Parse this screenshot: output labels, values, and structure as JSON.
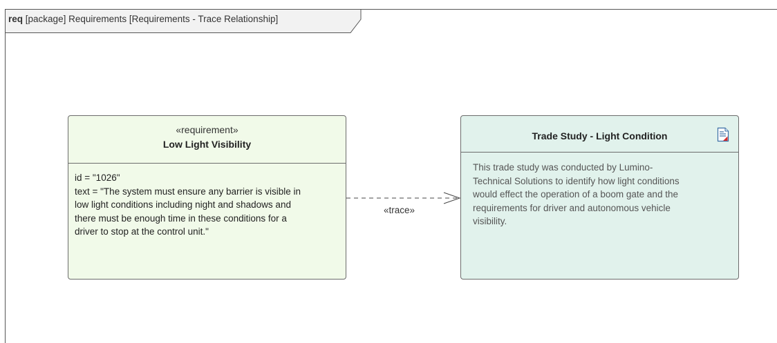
{
  "frame": {
    "kind": "req",
    "title": "[package] Requirements [Requirements - Trace Relationship]"
  },
  "requirement": {
    "stereotype": "«requirement»",
    "name": "Low Light Visibility",
    "body": "id = \"1026\"\ntext = \"The system must ensure any barrier is visible in\nlow light conditions including night and shadows and\nthere must be enough time in these conditions for a\ndriver to stop at the control unit.\""
  },
  "artifact": {
    "name": "Trade Study - Light Condition",
    "icon": "document-icon",
    "body": "This trade study was conducted by Lumino-\nTechnical Solutions to identify how light conditions\nwould effect the operation of a boom gate and the\nrequirements for driver and autonomous vehicle\nvisibility."
  },
  "relationship": {
    "label": "«trace»"
  },
  "colors": {
    "requirement_fill": "#f1fae9",
    "artifact_fill": "#e1f2ec",
    "border": "#6b6b6b"
  }
}
